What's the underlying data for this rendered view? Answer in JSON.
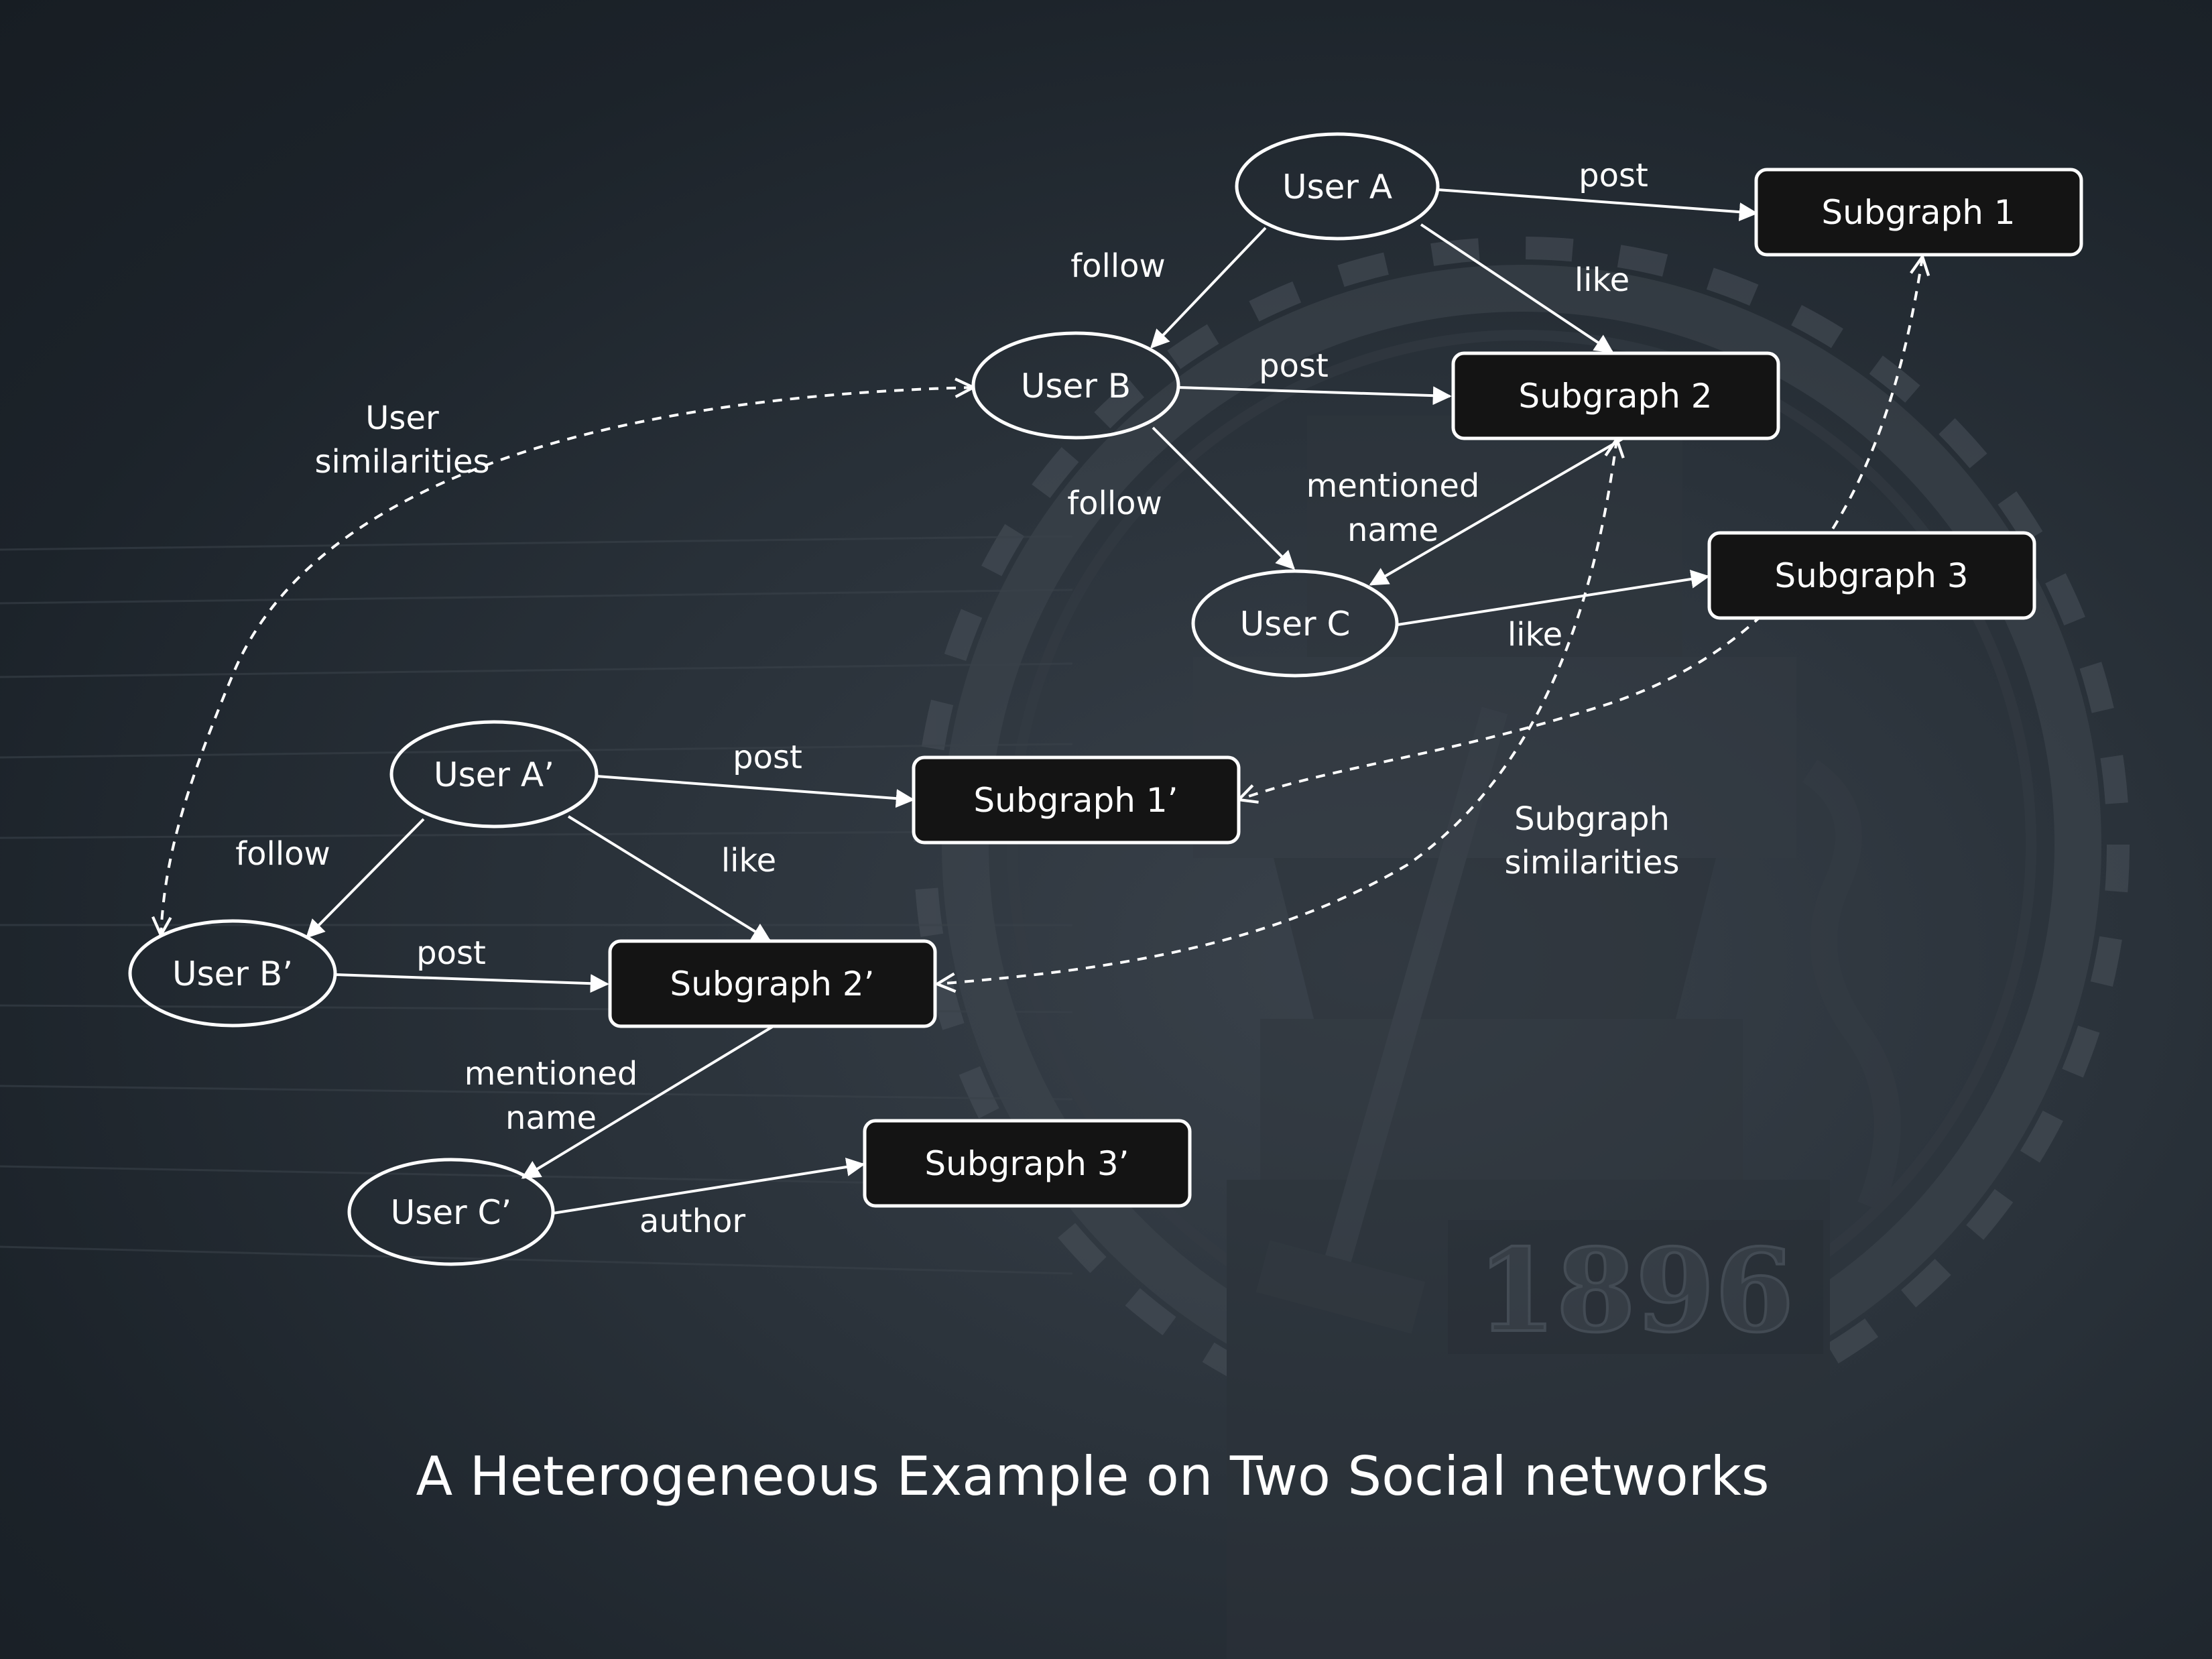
{
  "caption": "A Heterogeneous Example on Two Social networks",
  "background_emblem_text": "1896",
  "nodes": {
    "userA": "User A",
    "userB": "User B",
    "userC": "User C",
    "sub1": "Subgraph 1",
    "sub2": "Subgraph 2",
    "sub3": "Subgraph 3",
    "userAp": "User A’",
    "userBp": "User B’",
    "userCp": "User C’",
    "sub1p": "Subgraph 1’",
    "sub2p": "Subgraph 2’",
    "sub3p": "Subgraph 3’"
  },
  "edges": {
    "a_post": "post",
    "a_like": "like",
    "a_follow": "follow",
    "b_post": "post",
    "b_follow": "follow",
    "mentioned_1": "mentioned",
    "mentioned_2": "name",
    "c_like": "like",
    "ap_post": "post",
    "ap_like": "like",
    "ap_follow": "follow",
    "bp_post": "post",
    "mentionedp_1": "mentioned",
    "mentionedp_2": "name",
    "cp_author": "author"
  },
  "similarities": {
    "user_1": "User",
    "user_2": "similarities",
    "subgraph_1": "Subgraph",
    "subgraph_2": "similarities"
  },
  "colors": {
    "stroke": "#ffffff",
    "box_fill": "#141414",
    "ellipse_fill": "none"
  }
}
